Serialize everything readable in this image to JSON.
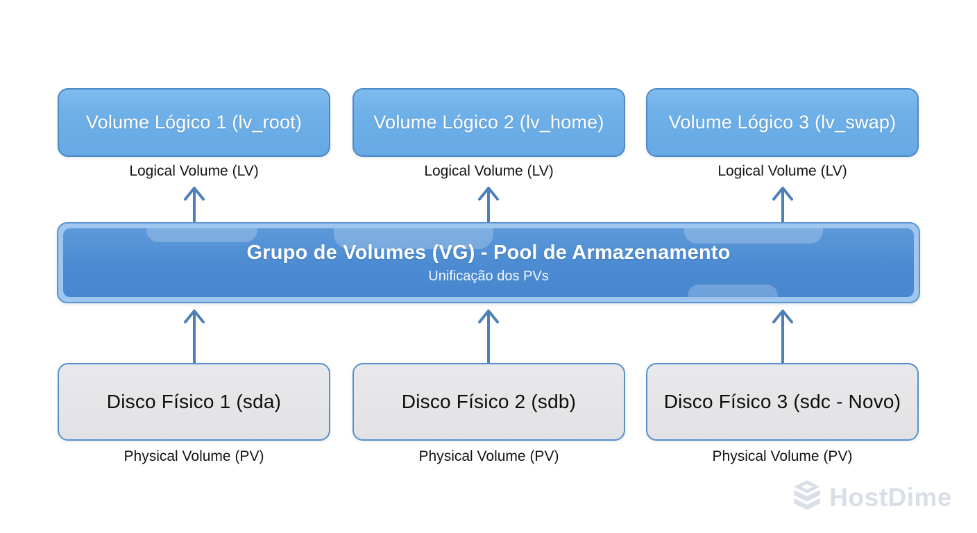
{
  "diagram": {
    "lv_boxes": [
      {
        "label": "Volume Lógico 1 (lv_root)",
        "sublabel": "Logical Volume (LV)"
      },
      {
        "label": "Volume Lógico 2 (lv_home)",
        "sublabel": "Logical Volume (LV)"
      },
      {
        "label": "Volume Lógico 3 (lv_swap)",
        "sublabel": "Logical Volume (LV)"
      }
    ],
    "vg": {
      "title": "Grupo de Volumes (VG) - Pool de Armazenamento",
      "subtitle": "Unificação dos PVs"
    },
    "pv_boxes": [
      {
        "label": "Disco Físico 1 (sda)",
        "sublabel": "Physical Volume (PV)"
      },
      {
        "label": "Disco Físico 2 (sdb)",
        "sublabel": "Physical Volume (PV)"
      },
      {
        "label": "Disco Físico 3 (sdc - Novo)",
        "sublabel": "Physical Volume (PV)"
      }
    ],
    "watermark": {
      "brand": "HostDime",
      "icon": "stacked-layers-icon"
    },
    "colors": {
      "lv_box_fill": "#6fb0e8",
      "lv_box_border": "#4d88c8",
      "vg_fill": "#4c8bd2",
      "vg_border_band": "#9fc6ee",
      "vg_outline": "#5b94ce",
      "pv_box_fill": "#e2e2e4",
      "pv_box_border": "#5590cc",
      "arrow": "#4c80b8",
      "label_text": "#141414",
      "box_text_light": "#ffffff",
      "box_text_dark": "#0d0d0d",
      "watermark": "#d9dee7",
      "background": "#ffffff"
    }
  }
}
